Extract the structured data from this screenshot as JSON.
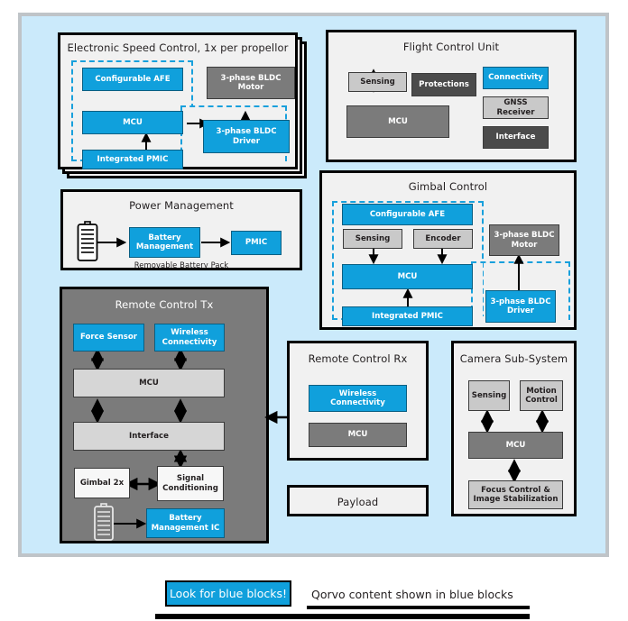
{
  "canvas": {
    "bg": "#cbeafb",
    "frame": "#bfc4c8"
  },
  "colors": {
    "qorvo_blue": "#10a0dc",
    "panel_bg": "#f1f1f1",
    "gray_dark": "#4b4b4b",
    "gray_mid": "#7b7b7b",
    "gray_light": "#c9c9c9"
  },
  "panels": {
    "esc": {
      "title": "Electronic Speed Control, 1x per propellor",
      "blocks": {
        "afe": "Configurable AFE",
        "mcu": "MCU",
        "pmic": "Integrated PMIC",
        "motor": "3-phase BLDC Motor",
        "driver": "3-phase BLDC Driver"
      }
    },
    "fcu": {
      "title": "Flight Control Unit",
      "blocks": {
        "sensing": "Sensing",
        "protections": "Protections",
        "connectivity": "Connectivity",
        "mcu": "MCU",
        "gnss": "GNSS Receiver",
        "interface": "Interface"
      }
    },
    "power": {
      "title": "Power Management",
      "caption": "Removable Battery Pack",
      "blocks": {
        "battery_management": "Battery Management",
        "pmic": "PMIC"
      }
    },
    "gimbal": {
      "title": "Gimbal Control",
      "blocks": {
        "afe": "Configurable AFE",
        "sensing": "Sensing",
        "encoder": "Encoder",
        "mcu": "MCU",
        "pmic": "Integrated PMIC",
        "motor": "3-phase BLDC Motor",
        "driver": "3-phase BLDC Driver"
      }
    },
    "rc_tx": {
      "title": "Remote Control Tx",
      "blocks": {
        "force_sensor": "Force Sensor",
        "wireless": "Wireless Connectivity",
        "mcu": "MCU",
        "interface": "Interface",
        "gimbal": "Gimbal 2x",
        "signal_conditioning": "Signal Conditioning",
        "battery_ic": "Battery Management IC"
      }
    },
    "rc_rx": {
      "title": "Remote Control Rx",
      "blocks": {
        "wireless": "Wireless Connectivity",
        "mcu": "MCU"
      }
    },
    "payload": {
      "title": "Payload"
    },
    "camera": {
      "title": "Camera Sub-System",
      "blocks": {
        "sensing": "Sensing",
        "motion": "Motion Control",
        "mcu": "MCU",
        "focus": "Focus Control & Image Stabilization"
      }
    }
  },
  "legend": {
    "button": "Look for blue blocks!",
    "note": "Qorvo content shown in blue blocks"
  }
}
